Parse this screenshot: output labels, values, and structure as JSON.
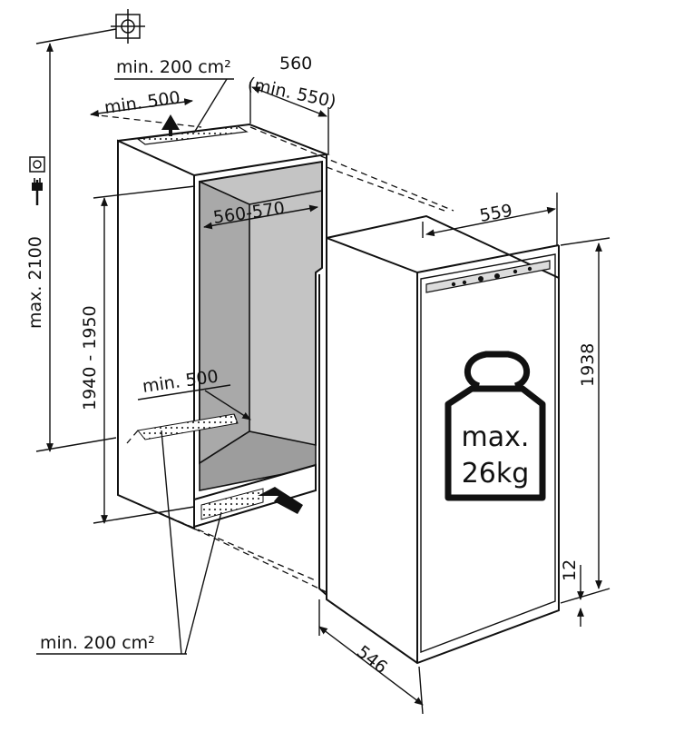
{
  "labels": {
    "vent_top": "min. 200 cm²",
    "top_clearance": "min. 500",
    "niche_width": "560",
    "niche_width_min": "(min. 550)",
    "max_height": "max. 2100",
    "niche_height": "1940 - 1950",
    "inner_width": "560-570",
    "bottom_clearance": "min. 500",
    "vent_bottom": "min. 200 cm²",
    "appliance_width": "559",
    "appliance_height": "1938",
    "appliance_depth": "546",
    "gap": "12",
    "max_load_line1": "max.",
    "max_load_line2": "26kg"
  },
  "icons": [
    "target-icon",
    "socket-icon",
    "plug-icon",
    "weight-icon"
  ],
  "colors": {
    "line": "#111111",
    "cavity_wall": "#c4c4c4",
    "cavity_floor": "#a6a6a6",
    "appliance_face": "#ffffff"
  }
}
